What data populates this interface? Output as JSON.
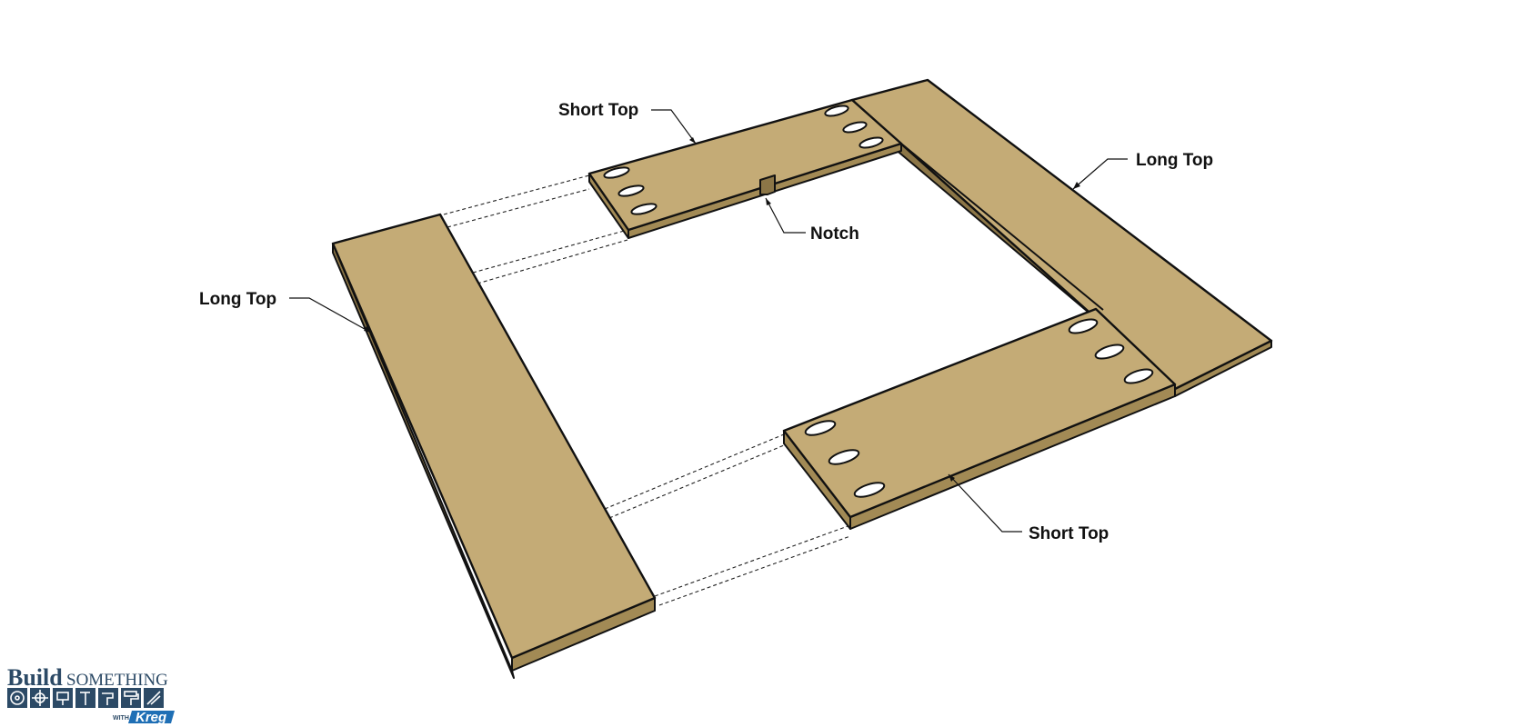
{
  "labels": {
    "short_top_upper": "Short Top",
    "long_top_right": "Long Top",
    "notch": "Notch",
    "long_top_left": "Long Top",
    "short_top_lower": "Short Top"
  },
  "logo": {
    "build": "Build",
    "something": "SOMETHING",
    "with": "WITH",
    "brand": "Kreg"
  },
  "colors": {
    "wood_top": "#c4ab76",
    "wood_edge": "#a28a55",
    "wood_edge_dark": "#8c7647",
    "logo_blue": "#2c4a66",
    "logo_accent": "#1f6fb5"
  },
  "icons": [
    "saw-blade-icon",
    "gear-icon",
    "router-icon",
    "hammer-icon",
    "drill-icon",
    "paint-roller-icon",
    "pocket-hole-jig-icon"
  ]
}
